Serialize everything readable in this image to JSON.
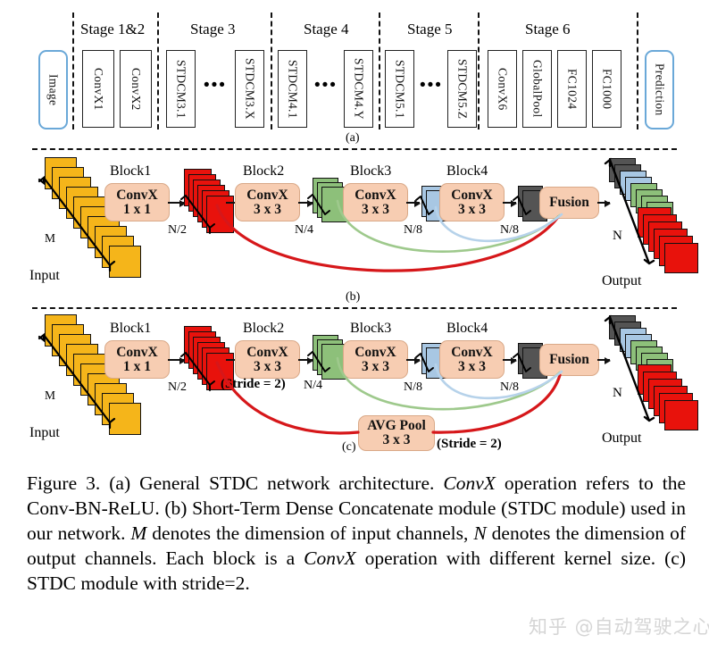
{
  "figure": {
    "id": "Figure 3.",
    "panels": [
      "(a)",
      "(b)",
      "(c)"
    ]
  },
  "panel_a": {
    "id_label": "(a)",
    "input_box": "Image",
    "output_box": "Prediction",
    "stages": [
      {
        "name": "Stage 1&2",
        "blocks": [
          "ConvX1",
          "ConvX2"
        ],
        "ellipsis": false
      },
      {
        "name": "Stage 3",
        "blocks": [
          "STDCM3.1",
          "STDCM3.X"
        ],
        "ellipsis": true
      },
      {
        "name": "Stage 4",
        "blocks": [
          "STDCM4.1",
          "STDCM4.Y"
        ],
        "ellipsis": true
      },
      {
        "name": "Stage 5",
        "blocks": [
          "STDCM5.1",
          "STDCM5.Z"
        ],
        "ellipsis": true
      },
      {
        "name": "Stage 6",
        "blocks": [
          "ConvX6",
          "GlobalPool",
          "FC1024",
          "FC1000"
        ],
        "ellipsis": false
      }
    ],
    "ellipsis_glyph": "•••"
  },
  "panel_b": {
    "id_label": "(b)",
    "input_label": "Input",
    "output_label": "Output",
    "input_dim": "M",
    "output_dim": "N",
    "blocks": [
      {
        "title": "Block1",
        "op": "ConvX",
        "kernel": "1 x 1",
        "out_label": "N/2"
      },
      {
        "title": "Block2",
        "op": "ConvX",
        "kernel": "3 x 3",
        "out_label": "N/4"
      },
      {
        "title": "Block3",
        "op": "ConvX",
        "kernel": "3 x 3",
        "out_label": "N/8"
      },
      {
        "title": "Block4",
        "op": "ConvX",
        "kernel": "3 x 3",
        "out_label": "N/8"
      }
    ],
    "fusion_label": "Fusion"
  },
  "panel_c": {
    "id_label": "(c)",
    "input_label": "Input",
    "output_label": "Output",
    "input_dim": "M",
    "output_dim": "N",
    "blocks": [
      {
        "title": "Block1",
        "op": "ConvX",
        "kernel": "1 x 1",
        "out_label": "N/2",
        "stride_note": ""
      },
      {
        "title": "Block2",
        "op": "ConvX",
        "kernel": "3 x 3",
        "out_label": "N/4",
        "stride_note": "(Stride = 2)"
      },
      {
        "title": "Block3",
        "op": "ConvX",
        "kernel": "3 x 3",
        "out_label": "N/8",
        "stride_note": ""
      },
      {
        "title": "Block4",
        "op": "ConvX",
        "kernel": "3 x 3",
        "out_label": "N/8",
        "stride_note": ""
      }
    ],
    "fusion_label": "Fusion",
    "avgpool": {
      "op": "AVG Pool",
      "kernel": "3 x 3",
      "stride_note": "(Stride = 2)"
    }
  },
  "caption": {
    "segments": [
      {
        "t": "Figure 3.",
        "i": false
      },
      {
        "t": "   (a) General STDC network architecture. ",
        "i": false
      },
      {
        "t": "ConvX",
        "i": true
      },
      {
        "t": " operation refers to the Conv-BN-ReLU. (b) Short-Term Dense Concatenate module (STDC module) used in our network. ",
        "i": false
      },
      {
        "t": "M",
        "i": true
      },
      {
        "t": " denotes the dimension of input channels, ",
        "i": false
      },
      {
        "t": "N",
        "i": true
      },
      {
        "t": " denotes the dimension of output channels.  Each block is a ",
        "i": false
      },
      {
        "t": "ConvX",
        "i": true
      },
      {
        "t": " operation with different kernel size. (c) STDC module with stride=2.",
        "i": false
      }
    ],
    "plain": "Figure 3.   (a) General STDC network architecture. ConvX operation refers to the Conv-BN-ReLU. (b) Short-Term Dense Concatenate module (STDC module) used in our network. M denotes the dimension of input channels, N denotes the dimension of output channels.  Each block is a ConvX operation with different kernel size. (c) STDC module with stride=2."
  },
  "watermark": {
    "text": "知乎 @自动驾驶之心"
  },
  "colors": {
    "conv_box_fill": "#f7cdb2",
    "conv_box_stroke": "#d9a988",
    "input_map": "#f5b51a",
    "map_n2": "#e8120c",
    "map_n4": "#8dc07a",
    "map_n8_blue": "#a8c7e3",
    "map_n8_gray": "#545454",
    "accent_blue_border": "#6aa8d8",
    "arc_red": "#d6171a",
    "arc_green": "#9ec98c",
    "arc_blue": "#b6d2ea"
  }
}
